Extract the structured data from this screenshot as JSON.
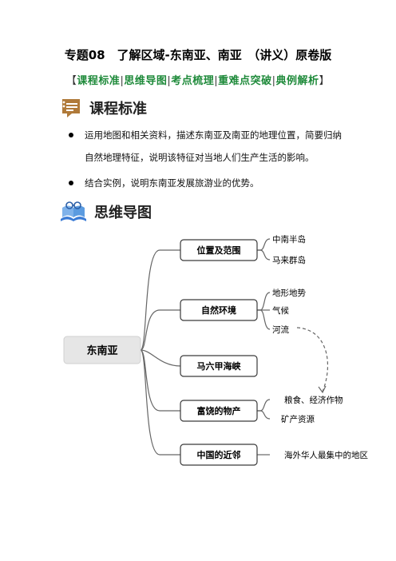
{
  "title": "专题08　了解区域-东南亚、南亚　（讲义）原卷版",
  "nav": {
    "open": "【",
    "items": [
      "课程标准",
      "思维导图",
      "考点梳理",
      "重难点突破",
      "典例解析"
    ],
    "sep": "|",
    "close": "】"
  },
  "sections": {
    "standards": {
      "heading": "课程标准",
      "icon": "document-icon"
    },
    "mindmap": {
      "heading": "思维导图",
      "icon": "books-icon"
    }
  },
  "bullets": [
    {
      "line1": "运用地图和相关资料，描述东南亚及南亚的地理位置，简要归纳",
      "line2": "自然地理特征，说明该特征对当地人们生产生活的影响。"
    },
    {
      "line1": "结合实例，说明东南亚发展旅游业的优势。",
      "line2": ""
    }
  ],
  "mind_map": {
    "root": "东南亚",
    "branches": [
      {
        "label": "位置及范围",
        "leaves": [
          "中南半岛",
          "马来群岛"
        ]
      },
      {
        "label": "自然环境",
        "leaves": [
          "地形地势",
          "气候",
          "河流"
        ]
      },
      {
        "label": "马六甲海峡",
        "leaves": []
      },
      {
        "label": "富饶的物产",
        "leaves": [
          "粮食、经济作物",
          "矿产资源"
        ]
      },
      {
        "label": "中国的近邻",
        "leaves": [
          "海外华人最集中的地区"
        ]
      }
    ]
  },
  "colors": {
    "accent_green": "#1e8a3a",
    "node_border": "#3a3a3a",
    "root_bg": "#e6e6e6",
    "line": "#666666"
  }
}
